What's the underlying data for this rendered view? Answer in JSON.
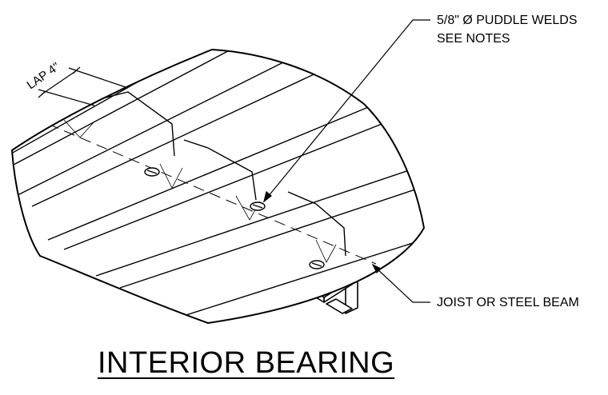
{
  "title": "INTERIOR BEARING",
  "callouts": {
    "welds_line1": "5/8\" Ø PUDDLE WELDS",
    "welds_line2": "SEE NOTES",
    "support": "JOIST OR STEEL BEAM"
  },
  "dimension": {
    "lap": "LAP 4\""
  }
}
